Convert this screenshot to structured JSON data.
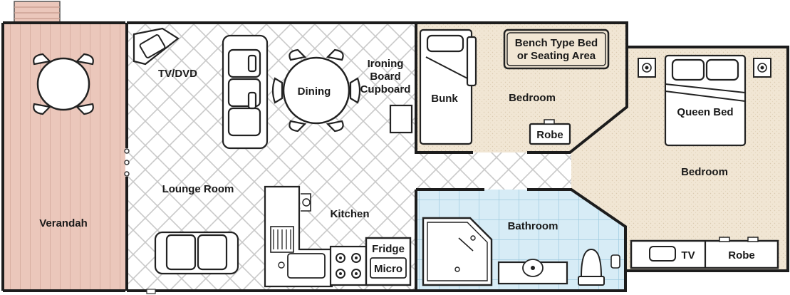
{
  "rooms": {
    "verandah": "Verandah",
    "tv_dvd": "TV/DVD",
    "dining": "Dining",
    "ironing_line1": "Ironing",
    "ironing_line2": "Board",
    "ironing_line3": "Cupboard",
    "bunk": "Bunk",
    "bench_line1": "Bench Type Bed",
    "bench_line2": "or Seating Area",
    "bedroom_small": "Bedroom",
    "robe_small": "Robe",
    "queen_bed": "Queen Bed",
    "bedroom_large": "Bedroom",
    "lounge": "Lounge Room",
    "kitchen": "Kitchen",
    "fridge": "Fridge",
    "micro": "Micro",
    "bathroom": "Bathroom",
    "tv": "TV",
    "robe_large": "Robe"
  },
  "colors": {
    "wall": "#1c1c1c",
    "verandah_floor": "#ebc7bb",
    "verandah_board": "#d4a99b",
    "tile_floor": "#ffffff",
    "tile_line": "#c9c9c9",
    "carpet": "#f1e6d4",
    "bathroom_tile": "#d7ecf6",
    "bathroom_line": "#9dc9df"
  }
}
